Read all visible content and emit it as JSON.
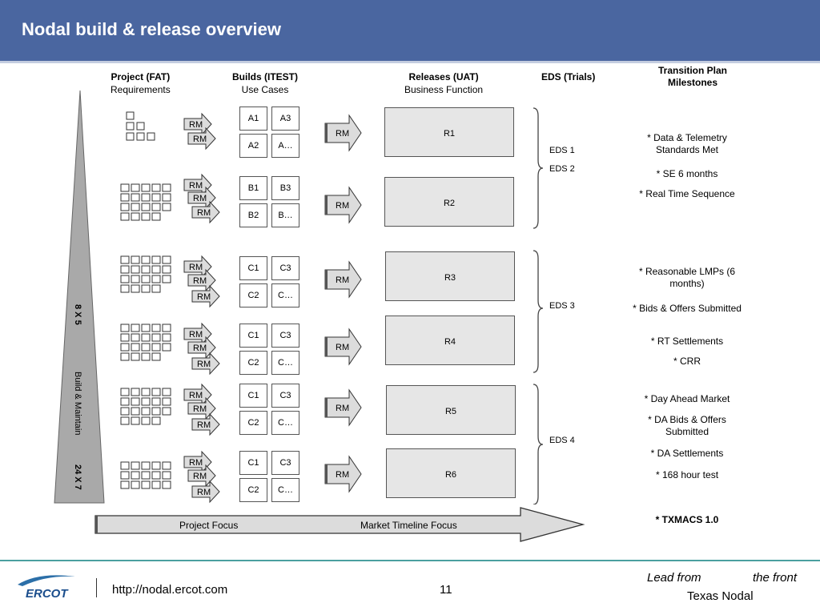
{
  "title": "Nodal build & release overview",
  "columns": {
    "project": {
      "title": "Project (FAT)",
      "subtitle": "Requirements"
    },
    "builds": {
      "title": "Builds (ITEST)",
      "subtitle": "Use Cases"
    },
    "releases": {
      "title": "Releases (UAT)",
      "subtitle": "Business Function"
    },
    "eds": {
      "title": "EDS (Trials)"
    },
    "transition": {
      "title": "Transition Plan Milestones"
    }
  },
  "rm_label": "RM",
  "build_groups": [
    {
      "release": "R1",
      "builds": [
        "A1",
        "A3",
        "A2",
        "A…"
      ]
    },
    {
      "release": "R2",
      "builds": [
        "B1",
        "B3",
        "B2",
        "B…"
      ]
    },
    {
      "release": "R3",
      "builds": [
        "C1",
        "C3",
        "C2",
        "C…"
      ]
    },
    {
      "release": "R4",
      "builds": [
        "C1",
        "C3",
        "C2",
        "C…"
      ]
    },
    {
      "release": "R5",
      "builds": [
        "C1",
        "C3",
        "C2",
        "C…"
      ]
    },
    {
      "release": "R6",
      "builds": [
        "C1",
        "C3",
        "C2",
        "C…"
      ]
    }
  ],
  "eds": [
    "EDS 1",
    "EDS 2",
    "EDS 3",
    "EDS 4"
  ],
  "milestones": [
    "* Data & Telemetry Standards Met",
    "* SE 6 months",
    "* Real Time Sequence",
    "* Reasonable LMPs (6 months)",
    "* Bids & Offers Submitted",
    "* RT Settlements",
    "* CRR",
    "* Day Ahead Market",
    "* DA Bids & Offers Submitted",
    "* DA Settlements",
    "* 168 hour test",
    "* TXMACS 1.0"
  ],
  "pyramid": {
    "top_label": "8 X 5",
    "mid_label": "Build & Maintain",
    "bottom_label": "24 X 7"
  },
  "timeline": {
    "left_label": "Project Focus",
    "right_label": "Market Timeline Focus"
  },
  "footer": {
    "url": "http://nodal.ercot.com",
    "page": "11",
    "tagline_a": "Lead from",
    "tagline_b": "the front",
    "tagline_c": "Texas Nodal",
    "logo_text": "ERCOT"
  },
  "colors": {
    "header": "#4a66a0",
    "release_fill": "#e6e6e6",
    "arrow_fill": "#dcdcdc",
    "pyramid_fill": "#a9a9a9"
  }
}
